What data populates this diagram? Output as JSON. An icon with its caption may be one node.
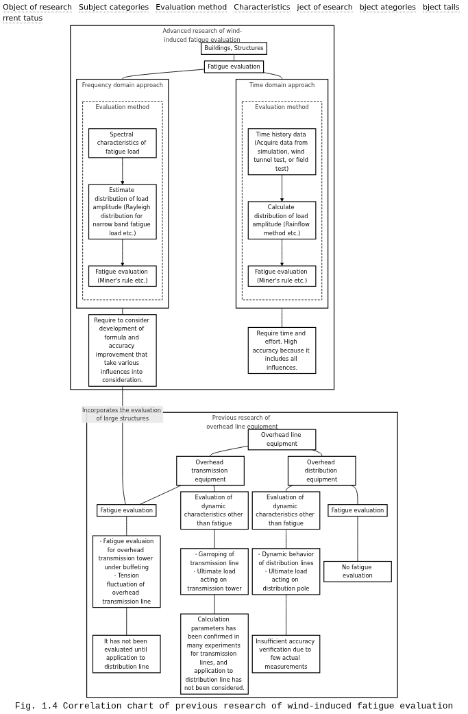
{
  "diagram": {
    "caption": "Fig. 1.4 Correlation chart of previous research of wind-induced fatigue evaluation",
    "nodes": [
      {
        "text": [
          "Advanced research of wind-induced fatigue evaluation"
        ]
      },
      {
        "text": [
          "Buildings, Structures"
        ],
        "in": 0
      },
      {
        "text": [
          "Fatigue evaluation"
        ],
        "in": 0
      },
      {
        "text": [
          "Frequency domain approach"
        ],
        "in": 0
      },
      {
        "text": [
          "Evaluation method"
        ],
        "in": 3
      },
      {
        "text": [
          "Spectral characteristics of fatigue load"
        ],
        "in": 4
      },
      {
        "text": [
          "Estimate distribution of load amplitude (Rayleigh distribution for narrow band fatigue load etc.)"
        ],
        "in": 4
      },
      {
        "text": [
          "Fatigue evaluation (Miner's rule etc.)"
        ],
        "in": 4
      },
      {
        "text": [
          "Time domain approach"
        ],
        "in": 0
      },
      {
        "text": [
          "Evaluation method"
        ],
        "in": 8
      },
      {
        "text": [
          "Time history data (Acquire data from simulation, wind tunnel test, or field test)"
        ],
        "in": 9
      },
      {
        "text": [
          "Calculate distribution of load amplitude (Rainflow method etc.)"
        ],
        "in": 9
      },
      {
        "text": [
          "Fatigue evaluation (Miner's rule etc.)"
        ],
        "in": 9
      },
      {
        "text": [
          "Require to consider development of formula and accuracy improvement that take various influences into consideration."
        ],
        "in": 0
      },
      {
        "text": [
          "Require time and effort. High accuracy because it includes all influences."
        ],
        "in": 0
      },
      {
        "text": [
          "Previous research of overhead line equipment"
        ]
      },
      {
        "text": [
          "Overhead line equipment"
        ],
        "in": 15
      },
      {
        "text": [
          "Overhead transmission equipment"
        ],
        "in": 15
      },
      {
        "text": [
          "Overhead distribution equipment"
        ],
        "in": 15
      },
      {
        "text": [
          "Fatigue evaluation"
        ],
        "in": 15
      },
      {
        "text": [
          "Evaluation of dynamic characteristics other than fatigue"
        ],
        "in": 15
      },
      {
        "text": [
          "Fatigue evaluation"
        ],
        "in": 15
      },
      {
        "text": [
          "Evaluation of dynamic characteristics other than fatigue"
        ],
        "in": 15
      },
      {
        "text": [
          "・Fatigue evaluaion for overhead transmission tower under buffeting",
          "・Tension fluctuation of overhead transmission line"
        ],
        "in": 15
      },
      {
        "text": [
          "・Garroping of transmission line",
          "・Ultimate load acting on transmission tower"
        ],
        "in": 15
      },
      {
        "text": [
          "・Dynamic behavior of distribution lines",
          "・Ultimate load acting on distribution pole"
        ],
        "in": 15
      },
      {
        "text": [
          "It has not been evaluated until application to distribution line"
        ],
        "in": 15
      },
      {
        "text": [
          "Calculation parameters has been confirmed in many experiments for transmission lines, and application to distribution line has not been considered."
        ],
        "in": 15
      },
      {
        "text": [
          "No fatigue evaluation"
        ],
        "in": 15
      },
      {
        "text": [
          "Insufficient accuracy verification due to few actual measurements"
        ],
        "in": 15
      }
    ],
    "edges": [
      {
        "from": 1,
        "to": 2,
        "arrow": "none"
      },
      {
        "from": 2,
        "to": 3,
        "arrow": "none"
      },
      {
        "from": 2,
        "to": 8,
        "arrow": "none"
      },
      {
        "from": 5,
        "to": 6,
        "arrow": "to"
      },
      {
        "from": 6,
        "to": 7,
        "arrow": "to"
      },
      {
        "from": 10,
        "to": 11,
        "arrow": "to"
      },
      {
        "from": 11,
        "to": 12,
        "arrow": "to"
      },
      {
        "from": 3,
        "to": 13,
        "arrow": "none"
      },
      {
        "from": 8,
        "to": 14,
        "arrow": "none"
      },
      {
        "from": 13,
        "to": 19,
        "arrow": "none",
        "label": "Incorporates the evaluation of large structures"
      },
      {
        "from": 16,
        "to": 17,
        "arrow": "none"
      },
      {
        "from": 16,
        "to": 18,
        "arrow": "none"
      },
      {
        "from": 17,
        "to": 19,
        "arrow": "none"
      },
      {
        "from": 17,
        "to": 20,
        "arrow": "none"
      },
      {
        "from": 18,
        "to": 21,
        "arrow": "none"
      },
      {
        "from": 18,
        "to": 22,
        "arrow": "none"
      },
      {
        "from": 19,
        "to": 23,
        "arrow": "none"
      },
      {
        "from": 20,
        "to": 24,
        "arrow": "none"
      },
      {
        "from": 22,
        "to": 25,
        "arrow": "none"
      },
      {
        "from": 23,
        "to": 26,
        "arrow": "none"
      },
      {
        "from": 24,
        "to": 27,
        "arrow": "none"
      },
      {
        "from": 21,
        "to": 28,
        "arrow": "none"
      },
      {
        "from": 25,
        "to": 29,
        "arrow": "none"
      }
    ],
    "labels": [
      "Object of research",
      "Subject categories",
      "Evaluation method",
      "Characteristics",
      "ject of esearch",
      "bject ategories",
      "bject tails",
      "rrent tatus"
    ]
  }
}
